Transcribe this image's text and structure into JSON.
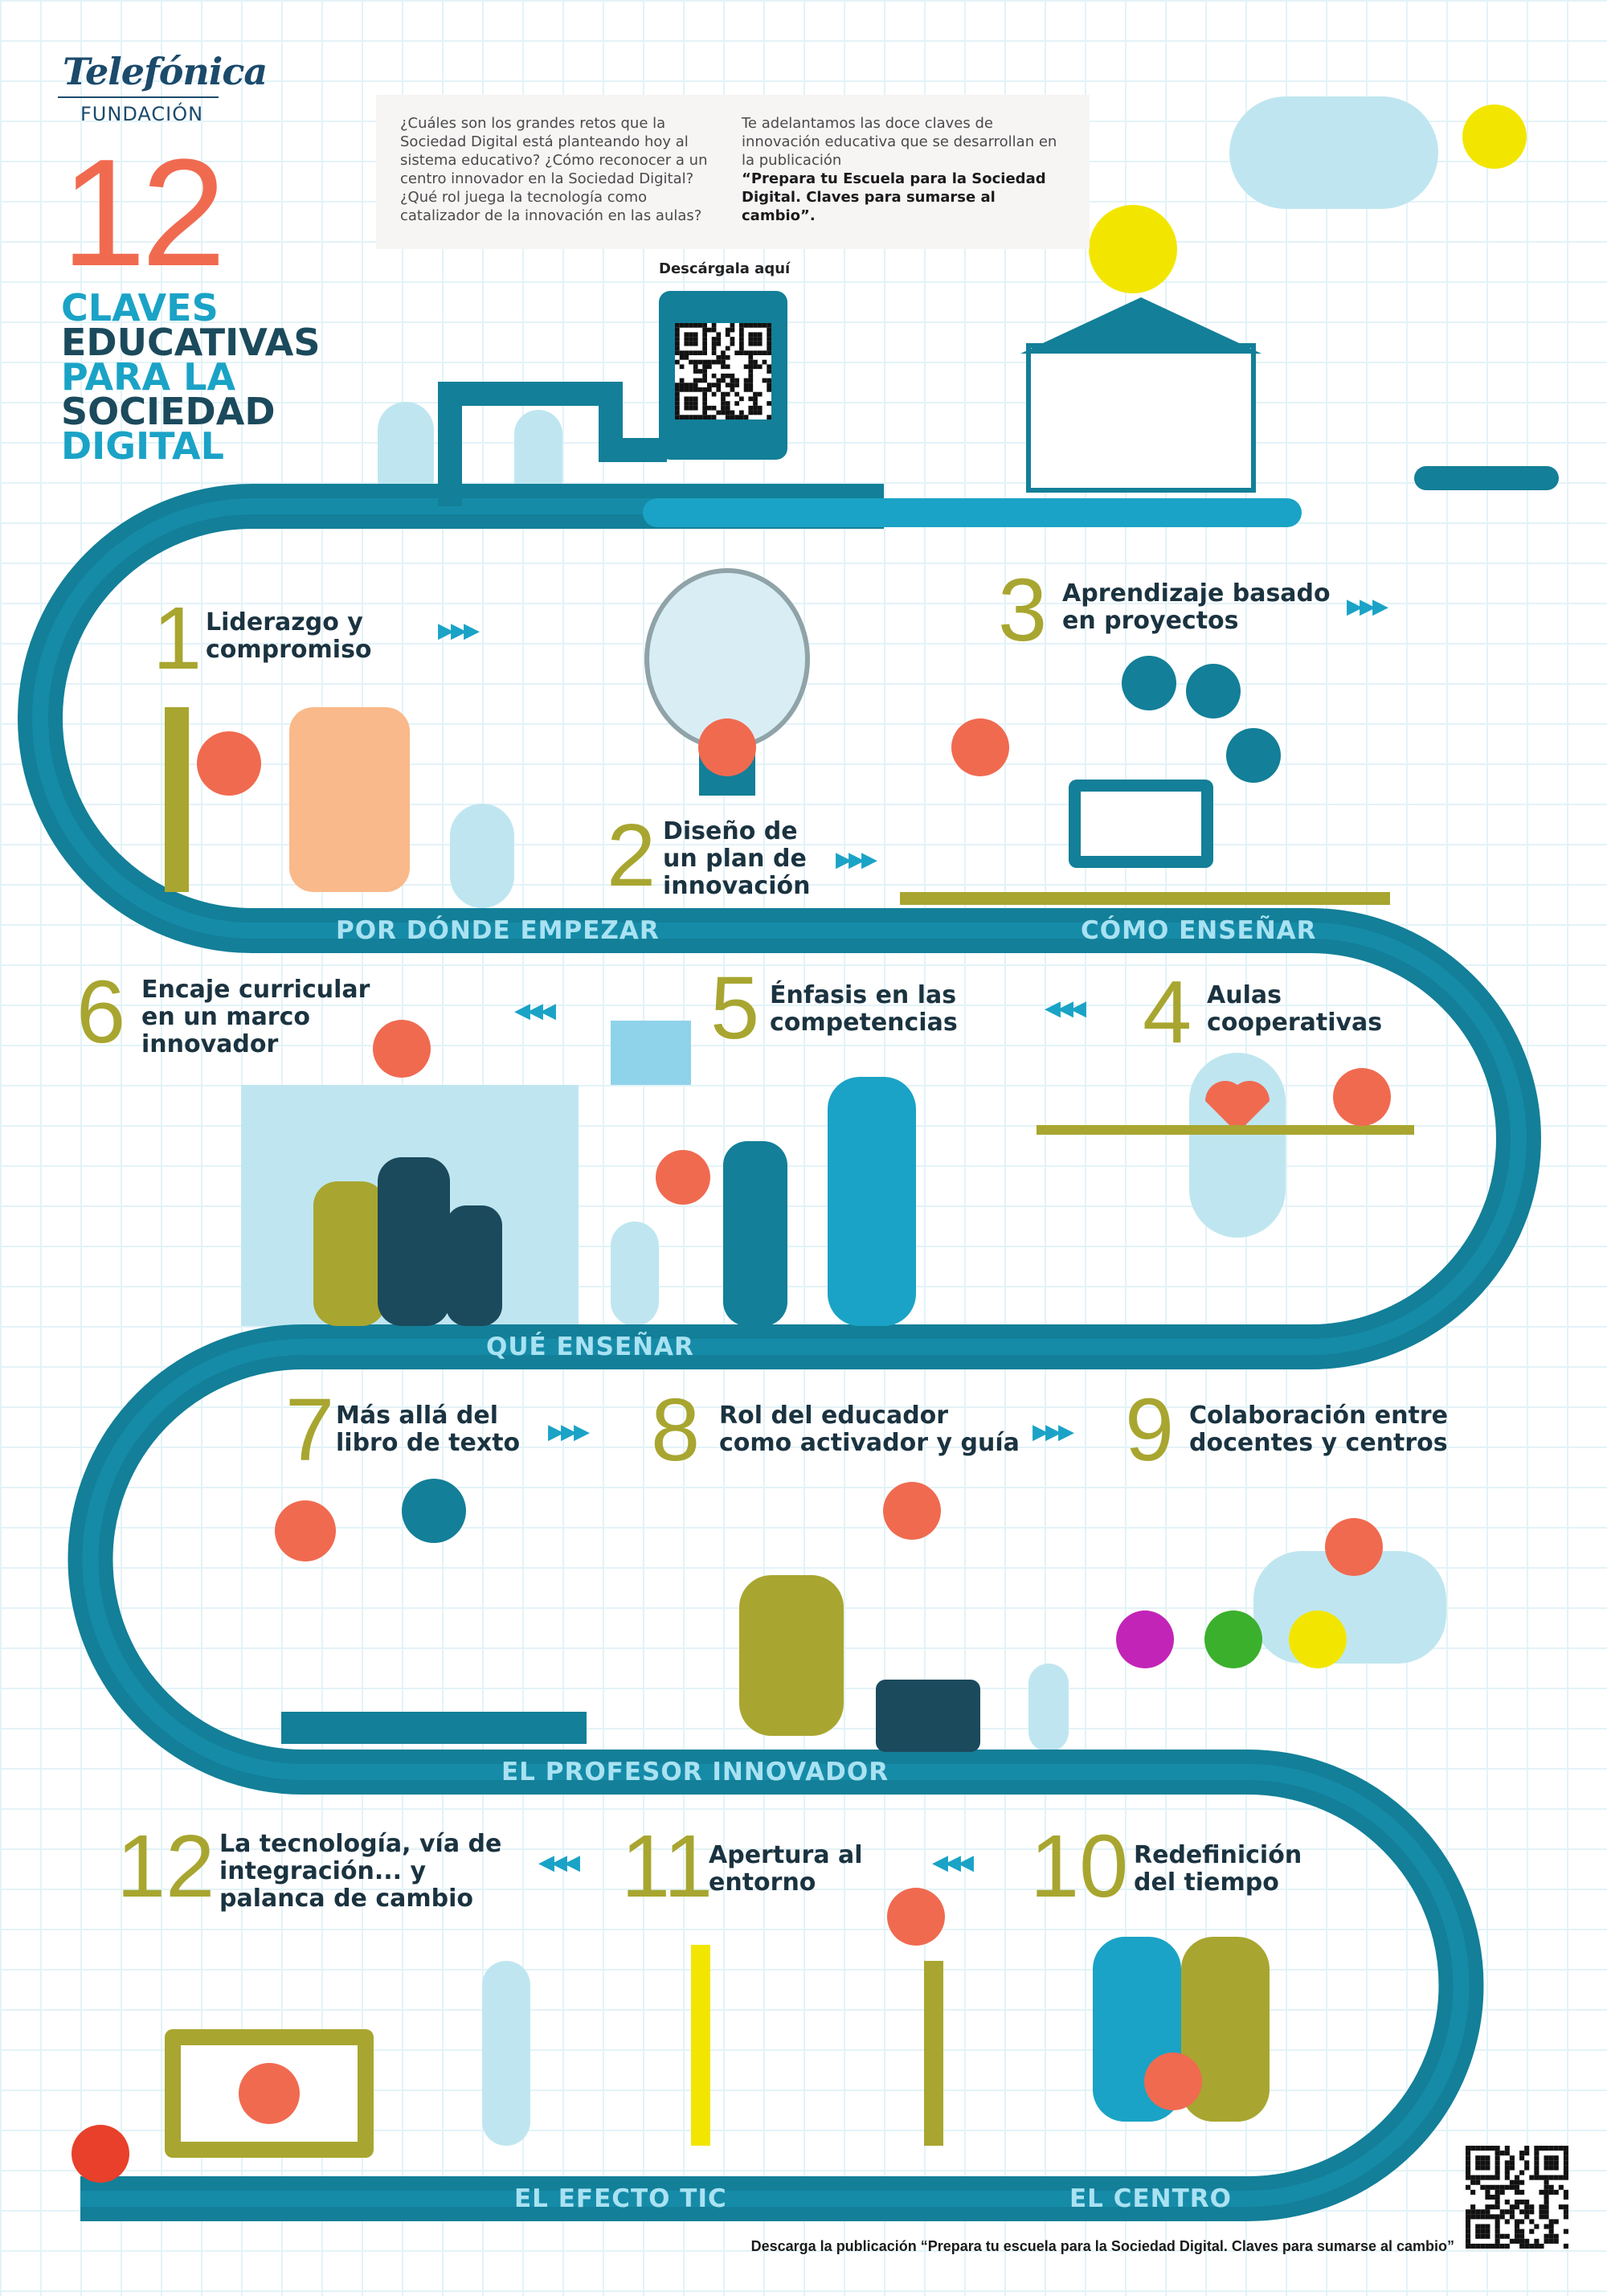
{
  "logo": {
    "brand": "Telefónica",
    "sub": "FUNDACIÓN"
  },
  "title": {
    "number": "12",
    "lines": [
      "CLAVES",
      "EDUCATIVAS",
      "PARA LA",
      "SOCIEDAD",
      "DIGITAL"
    ]
  },
  "intro": {
    "left": "¿Cuáles son los grandes retos que la Sociedad Digital está planteando hoy al sistema educativo? ¿Cómo reconocer a un centro innovador en la Sociedad Digital? ¿Qué rol juega la tecnología como catalizador de la innovación en las aulas?",
    "right_plain": "Te adelantamos las doce claves de innovación educativa que se desarrollan en  la publicación",
    "right_bold": "“Prepara tu Escuela para la Sociedad Digital. Claves para sumarse al cambio”."
  },
  "download_label": "Descárgala aquí",
  "keys": [
    {
      "n": "1",
      "text": "Liderazgo y compromiso"
    },
    {
      "n": "2",
      "text": "Diseño de un plan de innovación"
    },
    {
      "n": "3",
      "text": "Aprendizaje basado en proyectos"
    },
    {
      "n": "4",
      "text": "Aulas cooperativas"
    },
    {
      "n": "5",
      "text": "Énfasis en las competencias"
    },
    {
      "n": "6",
      "text": "Encaje curricular en un marco innovador"
    },
    {
      "n": "7",
      "text": "Más allá del libro de texto"
    },
    {
      "n": "8",
      "text": "Rol del educador como activador y guía"
    },
    {
      "n": "9",
      "text": "Colaboración entre docentes y centros"
    },
    {
      "n": "10",
      "text": "Redefinición del tiempo"
    },
    {
      "n": "11",
      "text": "Apertura al entorno"
    },
    {
      "n": "12",
      "text": "La tecnología, vía de integración... y palanca de cambio"
    }
  ],
  "sections": [
    "POR DÓNDE EMPEZAR",
    "CÓMO ENSEÑAR",
    "QUÉ ENSEÑAR",
    "EL PROFESOR INNOVADOR",
    "EL EFECTO TIC",
    "EL CENTRO"
  ],
  "arrows": {
    "right": "▶▶▶",
    "left": "◀◀◀"
  },
  "footer": "Descarga la publicación “Prepara tu escuela para la Sociedad Digital. Claves para sumarse al cambio”",
  "colors": {
    "road": "#137f98",
    "accent": "#1aa3c6",
    "coral": "#f06a50",
    "olive": "#a8a630",
    "yellow": "#f2e600",
    "dark": "#1b4a5c"
  }
}
